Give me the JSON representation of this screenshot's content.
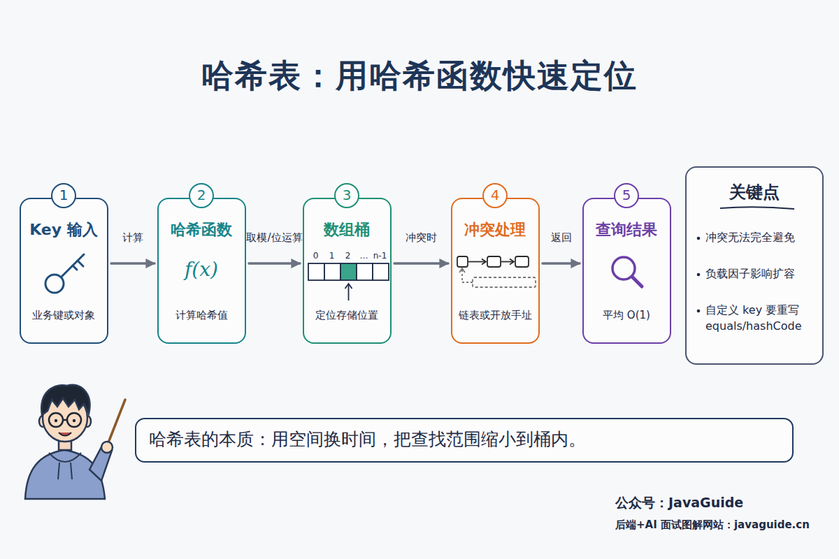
{
  "diagram": {
    "title": "哈希表：用哈希函数快速定位",
    "nodes": [
      {
        "text": [
          "1",
          "Key 输入",
          "业务键或对象"
        ]
      },
      {
        "text": [
          "2",
          "哈希函数",
          "f(x)",
          "计算哈希值"
        ]
      },
      {
        "text": [
          "3",
          "数组桶",
          "0",
          "1",
          "2",
          "…",
          "n-1",
          "定位存储位置"
        ]
      },
      {
        "text": [
          "4",
          "冲突处理",
          "链表或开放手址"
        ]
      },
      {
        "text": [
          "5",
          "查询结果",
          "平均 O(1)"
        ]
      },
      {
        "text": [
          "关键点",
          "冲突无法完全避免",
          "负载因子影响扩容",
          "自定义 key 要重写 equals/hashCode"
        ]
      },
      {
        "text": [
          "哈希表的本质：用空间换时间，把查找范围缩小到桶内。"
        ]
      }
    ],
    "edges": [
      {
        "from": 0,
        "to": 1,
        "label": "计算",
        "arrow": "to"
      },
      {
        "from": 1,
        "to": 2,
        "label": "取模/位运算",
        "arrow": "to"
      },
      {
        "from": 2,
        "to": 3,
        "label": "冲突时",
        "arrow": "to"
      },
      {
        "from": 3,
        "to": 4,
        "label": "返回",
        "arrow": "to"
      }
    ],
    "labels": [
      "公众号：JavaGuide",
      "后端+AI 面试图解网站：javaguide.cn"
    ]
  }
}
